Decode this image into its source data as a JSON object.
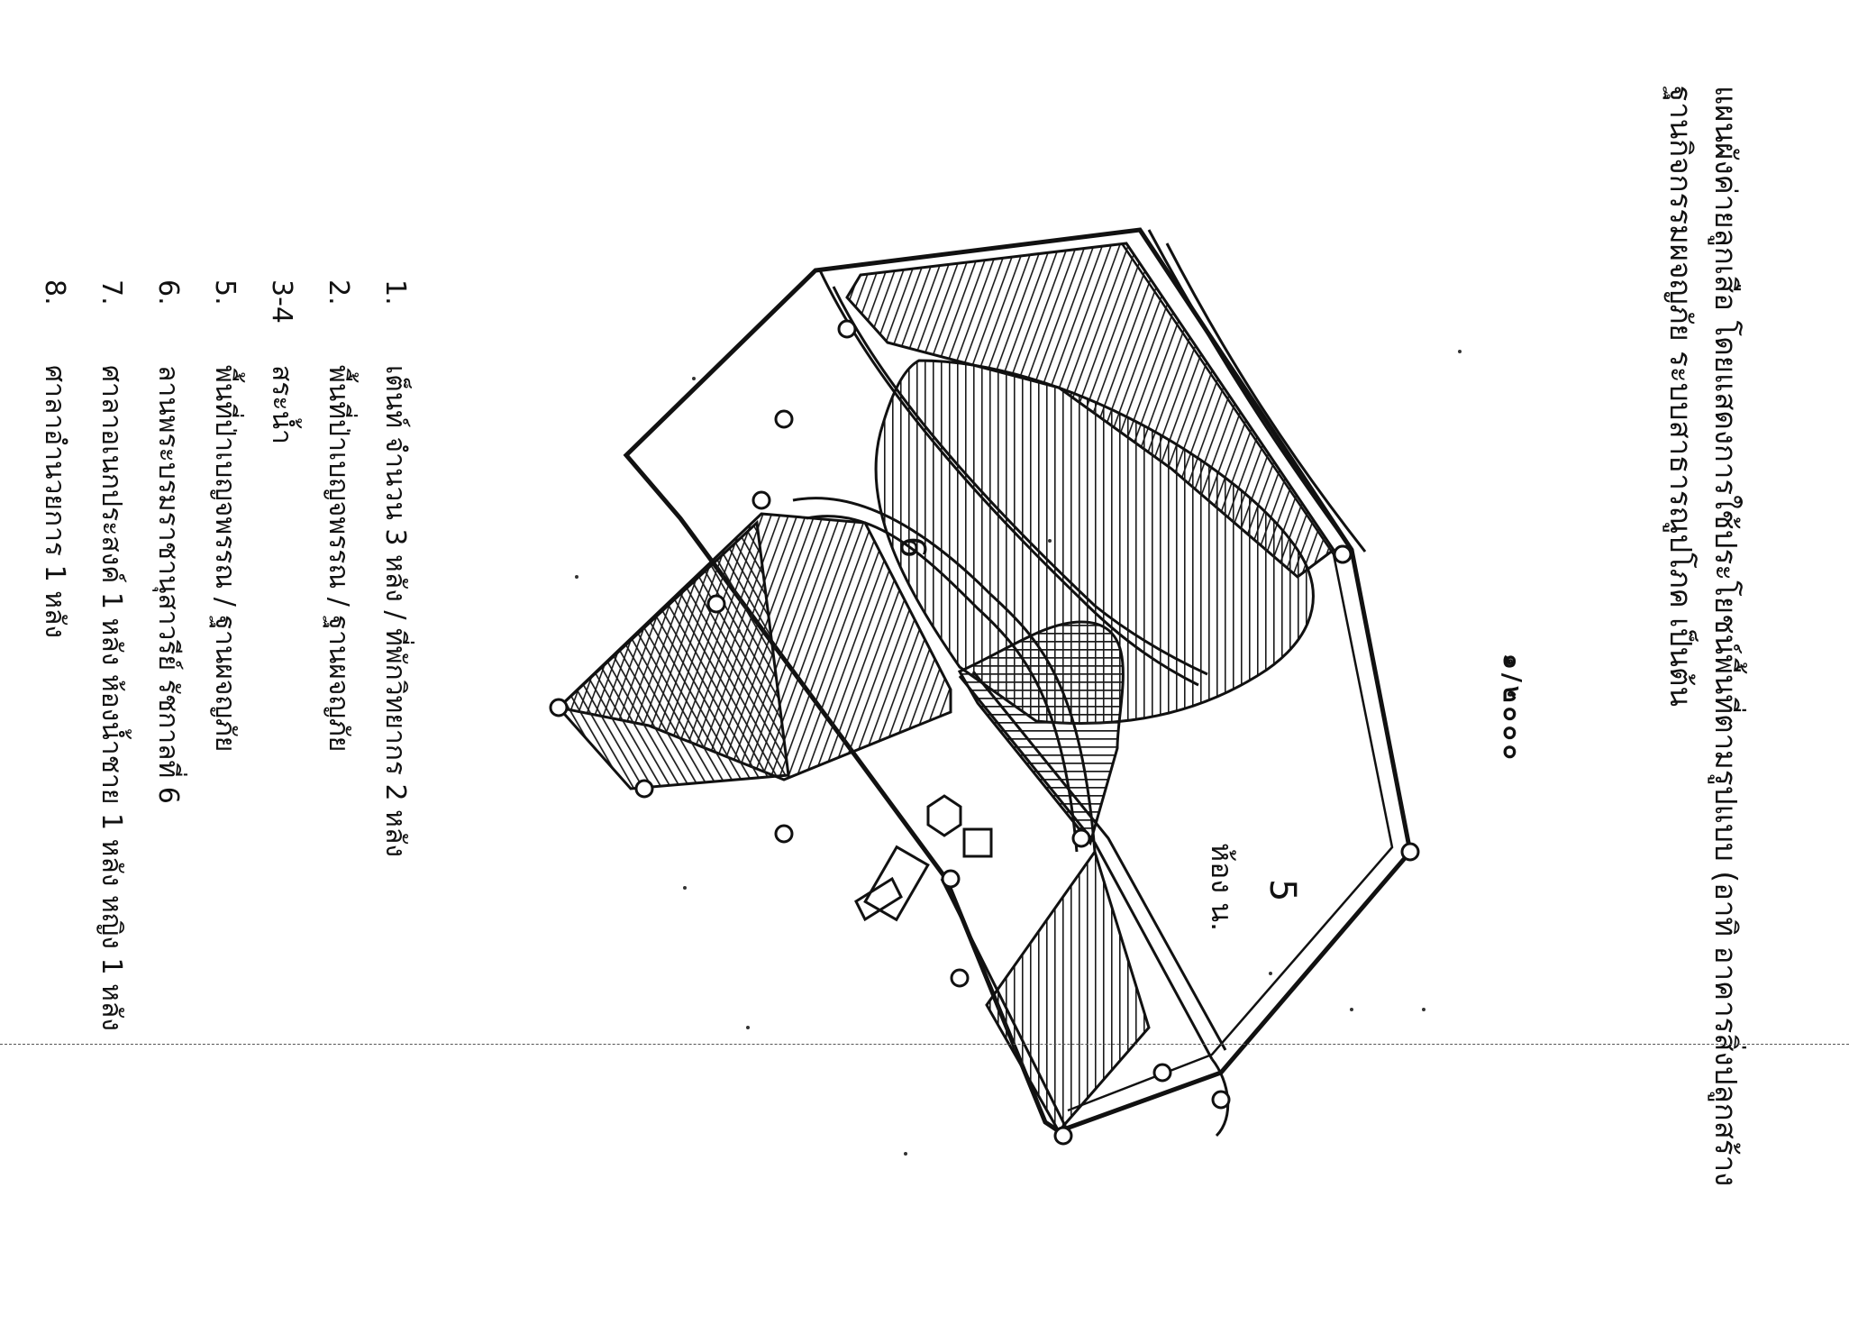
{
  "title": {
    "line1": "แผนผังค่ายลูกเสือ โดยแสดงการใช้ประโยชน์พื้นที่ตามรูปแบบ (อาทิ อาคารสิ่งปลูกสร้าง",
    "line2": "ฐานกิจกรรมผจญภัย ระบบสาธารณูปโภค เป็นต้น"
  },
  "scale": "๑/๒๐๐๐",
  "map": {
    "parcel_labels": [
      {
        "id": "area-5",
        "text": "5"
      },
      {
        "id": "area-6",
        "text": "6"
      }
    ],
    "area_note": "ห้อง น."
  },
  "legend": [
    {
      "num": "1.",
      "text": "เต็นท์ จำนวน 3 หลัง / ที่พักวิทยากร 2 หลัง"
    },
    {
      "num": "2.",
      "text": "พื้นที่ป่าเบญจพรรณ / ฐานผจญภัย"
    },
    {
      "num": "3-4",
      "text": "สระน้ำ"
    },
    {
      "num": "5.",
      "text": "พื้นที่ป่าเบญจพรรณ / ฐานผจญภัย"
    },
    {
      "num": "6.",
      "text": "ลานพระบรมราชานุสาวรีย์ รัชกาลที่ 6"
    },
    {
      "num": "7.",
      "text": "ศาลาอเนกประสงค์ 1 หลัง ห้องน้ำชาย 1 หลัง หญิง 1 หลัง"
    },
    {
      "num": "8.",
      "text": "ศาลาอำนวยการ 1 หลัง"
    }
  ],
  "colors": {
    "ink": "#111111",
    "hatch": "#1a1a1a",
    "paper": "#ffffff"
  }
}
